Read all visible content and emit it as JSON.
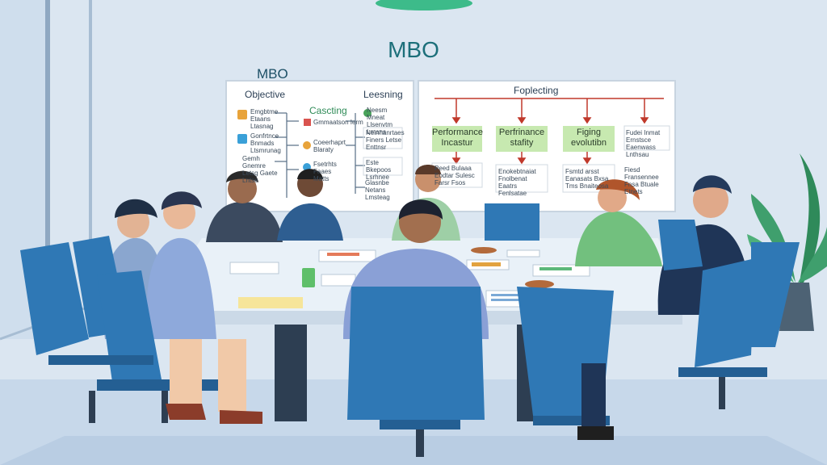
{
  "board": {
    "main_title": "MBO",
    "small_title": "MBO",
    "left_panel": {
      "col1_header": "Objective",
      "col2_header": "Cascting",
      "col3_header": "Leesning",
      "col1_items": [
        "Emgbtme Etaans Ltasnag",
        "Gonfrtnce Bnmads Ltsmrunag",
        "Gemh Gnemre Letsg Gaete Lntse"
      ],
      "col2_items": [
        "Gmmaatson Ierm",
        "Coeerhaprt Blaraty",
        "Fsetrhts Faaes Matts"
      ],
      "col3_items": [
        "Neesm Mneat Llsenvtm Lmans",
        "Nelnhanrtaes Finers Letse Enttnsr",
        "Este Bkepoos Lsrhnee",
        "Glasnbe Netans Lmsteag"
      ]
    },
    "right_panel": {
      "header": "Foplecting",
      "boxes": [
        "Performance Incastur",
        "Perfrinance stafity",
        "Figing evolutibn"
      ],
      "notes": [
        "Fudei Inmat Ernstsce Eaenwass Lnthsau",
        "Peed Bulaaa Eodtar Sulesc Farsr Fsos",
        "Enokebtnaiat Fnolbenat Eaatrs Fenlsatae",
        "Fsmtd arsst Eanasats Bxsa Tms Bnaiteosa",
        "Fiesd Fransennee Fnsa Btuale Etnets"
      ]
    }
  },
  "colors": {
    "wall": "#dbe6f1",
    "floor": "#c9d9ea",
    "table": "#e9f1f8",
    "chair": "#2f78b5",
    "chair_dark": "#245f93",
    "accent_green": "#c7e9b0",
    "lamp": "#3dbb8a",
    "arrow": "#c0392b"
  }
}
